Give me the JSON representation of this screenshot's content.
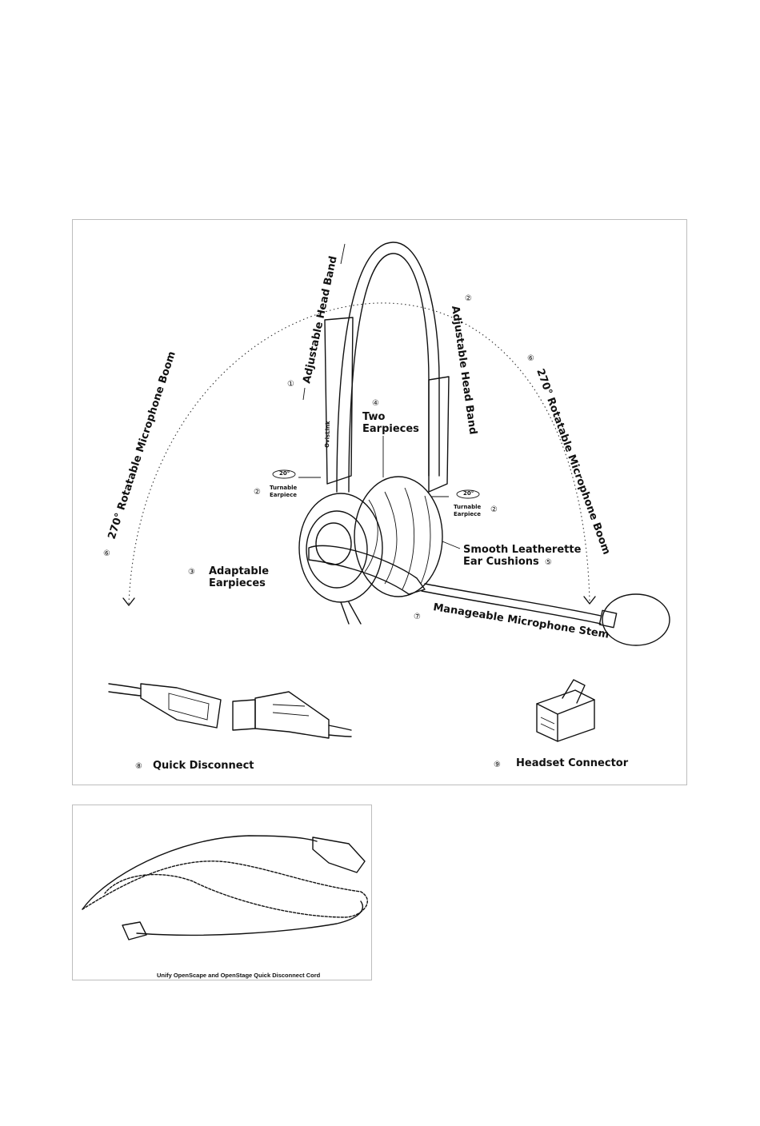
{
  "main": {
    "labels": {
      "head_band_left": "Adjustable Head Band",
      "head_band_right": "Adjustable Head Band",
      "boom_left": "270° Rotatable Microphone Boom",
      "boom_right": "270° Rotatable Microphone Boom",
      "two_earpieces_line1": "Two",
      "two_earpieces_line2": "Earpieces",
      "turn_deg": "20°",
      "turnable_line1": "Turnable",
      "turnable_line2": "Earpiece",
      "adaptable_line1": "Adaptable",
      "adaptable_line2": "Earpieces",
      "cushions_line1": "Smooth Leatherette",
      "cushions_line2": "Ear Cushions",
      "mic_stem": "Manageable Microphone Stem",
      "quick_disconnect": "Quick Disconnect",
      "headset_connector": "Headset Connector",
      "brand": "OvisLink"
    },
    "numbers": {
      "n1": "①",
      "n2": "②",
      "n3": "③",
      "n4": "④",
      "n5": "⑤",
      "n6": "⑥",
      "n7": "⑦",
      "n8": "⑧",
      "n9": "⑨"
    }
  },
  "cord_panel": {
    "caption": "Unify OpenScape and OpenStage Quick Disconnect Cord"
  }
}
